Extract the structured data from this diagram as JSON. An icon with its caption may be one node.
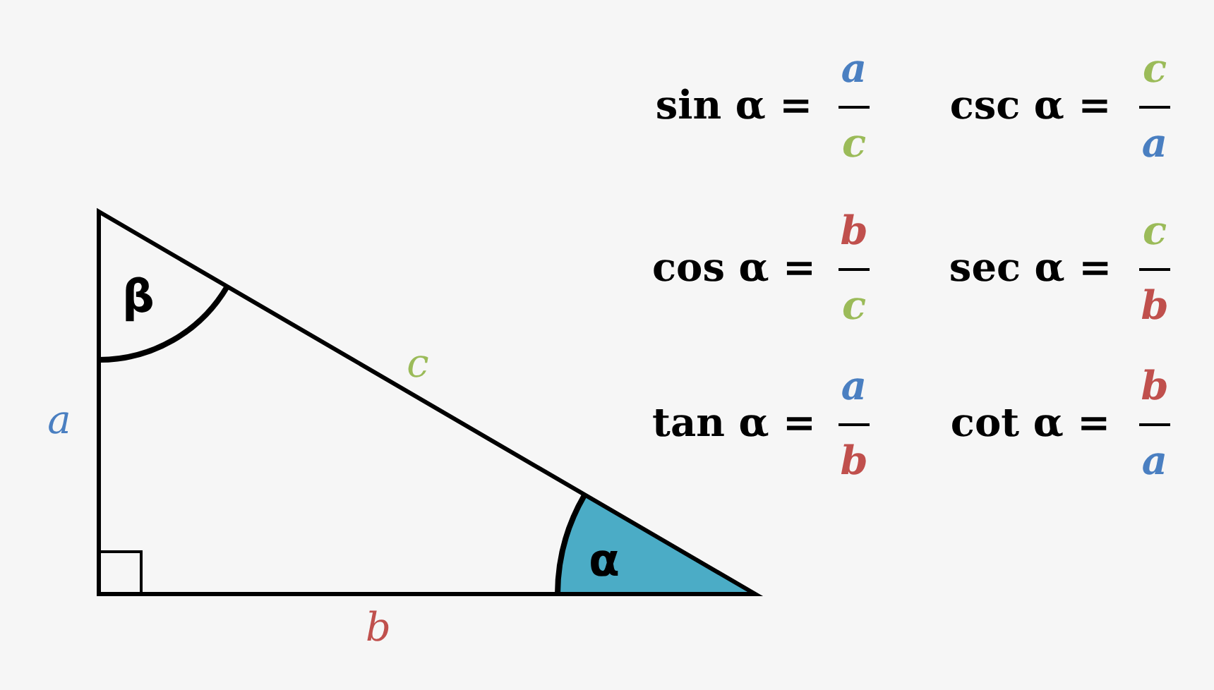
{
  "diagram": {
    "labels": [
      "β",
      "c",
      "a",
      "α",
      "b",
      "sin α =",
      "a",
      "c",
      "csc α =",
      "c",
      "a",
      "cos α =",
      "b",
      "c",
      "sec α =",
      "c",
      "b",
      "tan α =",
      "a",
      "b",
      "cot α =",
      "b",
      "a"
    ]
  }
}
